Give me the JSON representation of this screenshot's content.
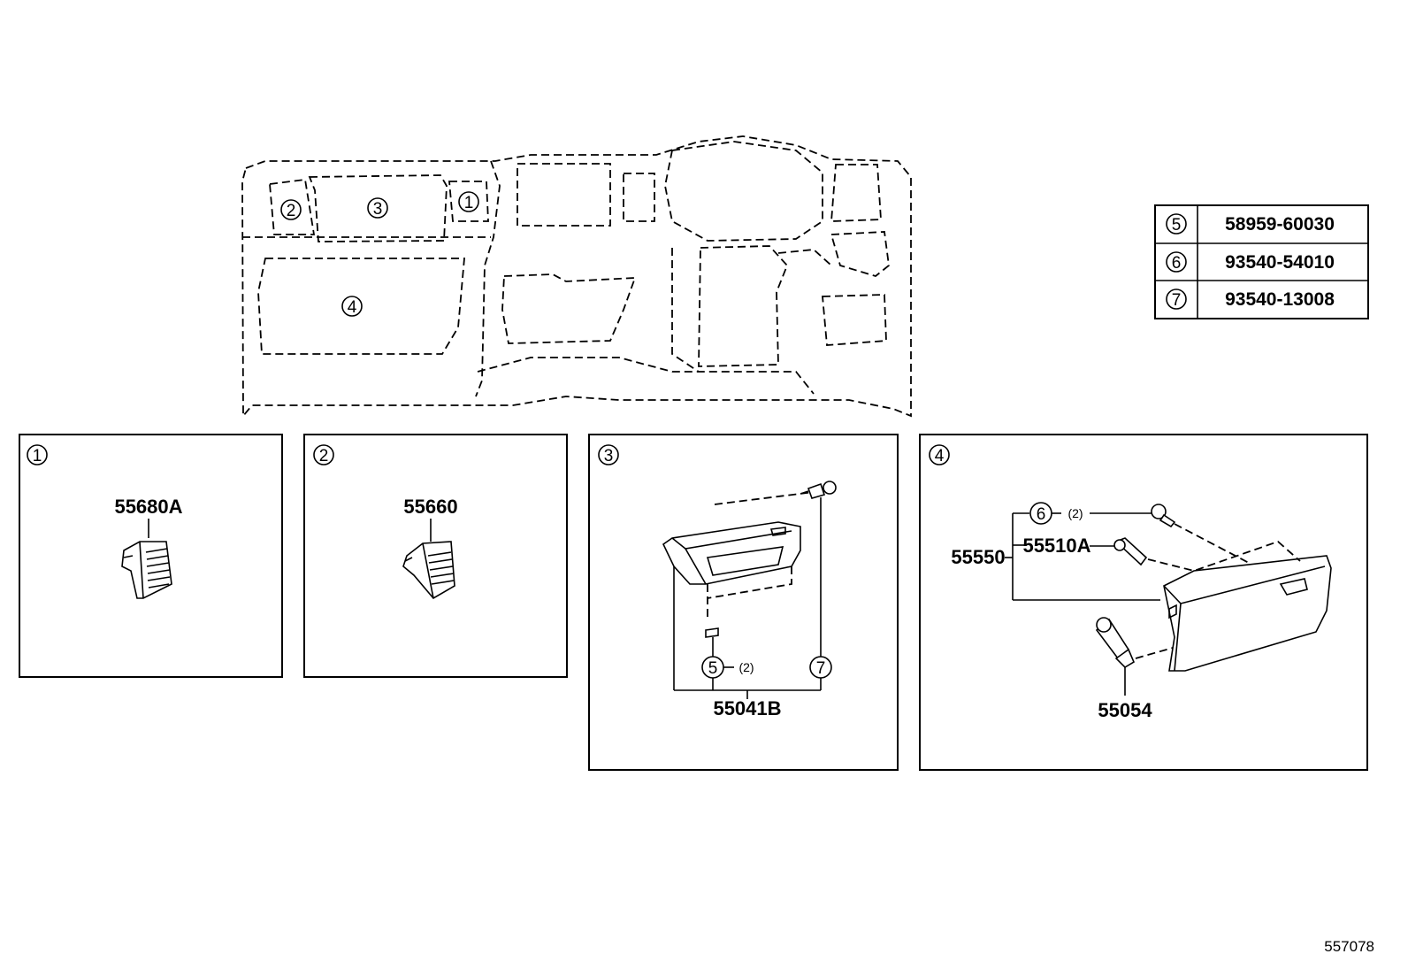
{
  "callouts": {
    "c1": "1",
    "c2": "2",
    "c3": "3",
    "c4": "4",
    "c5": "5",
    "c6": "6",
    "c7": "7"
  },
  "legend": [
    {
      "callout": "5",
      "part": "58959-60030"
    },
    {
      "callout": "6",
      "part": "93540-54010"
    },
    {
      "callout": "7",
      "part": "93540-13008"
    }
  ],
  "panels": {
    "p1": {
      "part": "55680A"
    },
    "p2": {
      "part": "55660"
    },
    "p3": {
      "assembly": "55041B",
      "qty": "(2)"
    },
    "p4": {
      "assembly": "55550",
      "sub": "55510A",
      "lock": "55054",
      "qty": "(2)"
    }
  },
  "diagram_ref": "557078"
}
